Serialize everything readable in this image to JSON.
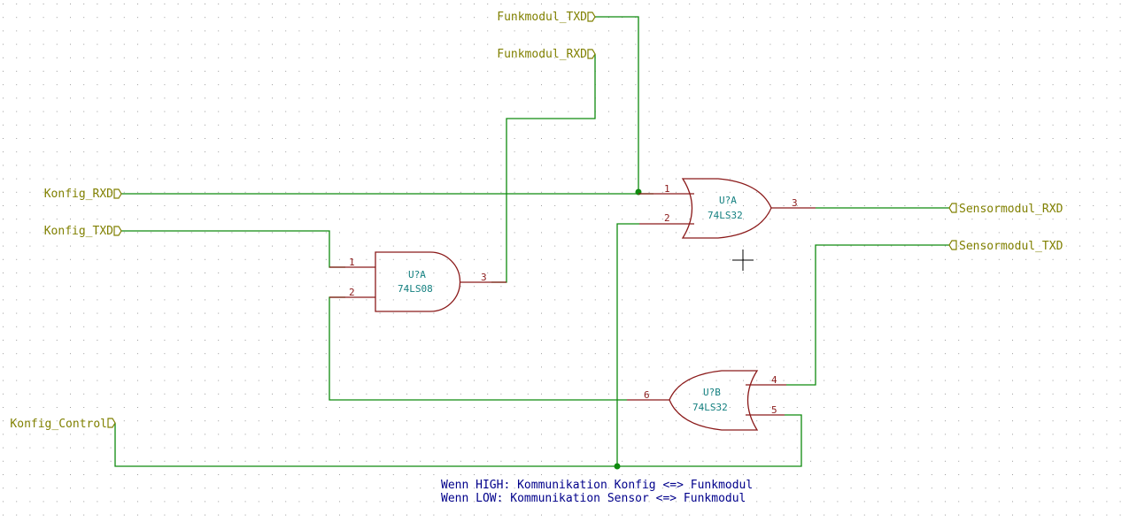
{
  "labels": {
    "funk_txd": "Funkmodul_TXD",
    "funk_rxd": "Funkmodul_RXD",
    "konfig_rxd": "Konfig_RXD",
    "konfig_txd": "Konfig_TXD",
    "konfig_control": "Konfig_Control",
    "sensor_rxd": "Sensormodul_RXD",
    "sensor_txd": "Sensormodul_TXD"
  },
  "gates": {
    "and_a": {
      "ref": "U?A",
      "value": "74LS08",
      "pins": [
        "1",
        "2",
        "3"
      ]
    },
    "or_a": {
      "ref": "U?A",
      "value": "74LS32",
      "pins": [
        "1",
        "2",
        "3"
      ]
    },
    "or_b": {
      "ref": "U?B",
      "value": "74LS32",
      "pins": [
        "4",
        "5",
        "6"
      ]
    }
  },
  "note": {
    "line1": "Wenn HIGH: Kommunikation Konfig <=> Funkmodul",
    "line2": "Wenn LOW: Kommunikation Sensor <=> Funkmodul"
  },
  "colors": {
    "wire": "#0e8a0e",
    "symbol": "#8b1a1a",
    "label": "#808000",
    "reference": "#148080",
    "note": "#00008b",
    "grid": "#9a9a9a"
  }
}
